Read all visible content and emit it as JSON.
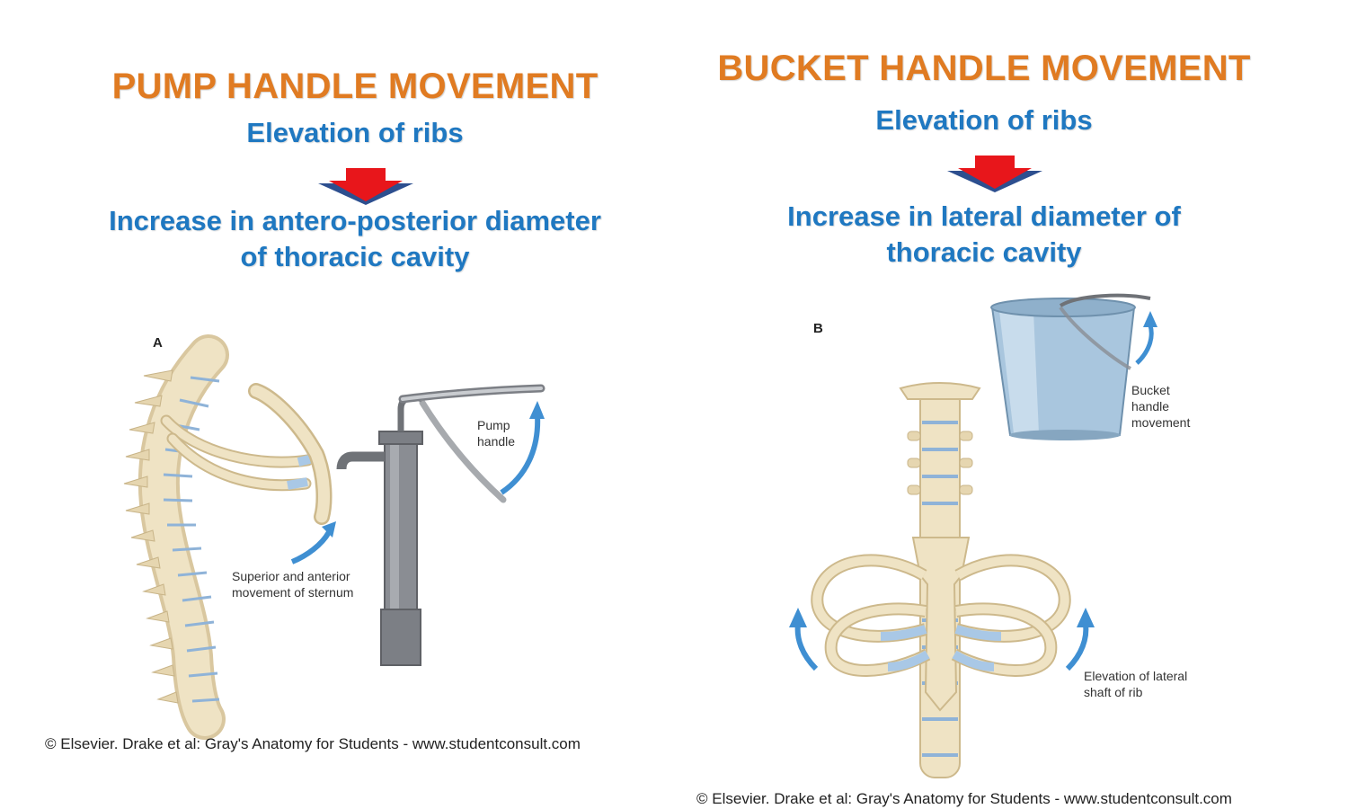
{
  "left": {
    "heading": "PUMP HANDLE MOVEMENT",
    "subheading": "Elevation of ribs",
    "result_line1": "Increase in antero-posterior diameter",
    "result_line2": "of thoracic cavity",
    "panel_letter": "A",
    "label_pump_line1": "Pump",
    "label_pump_line2": "handle",
    "label_sternum_line1": "Superior and anterior",
    "label_sternum_line2": "movement of sternum",
    "credit": "© Elsevier. Drake et al: Gray's Anatomy for Students - www.studentconsult.com"
  },
  "right": {
    "heading": "BUCKET HANDLE MOVEMENT",
    "subheading": "Elevation of ribs",
    "result_line1": "Increase in lateral diameter of",
    "result_line2": "thoracic cavity",
    "panel_letter": "B",
    "label_bucket_line1": "Bucket",
    "label_bucket_line2": "handle",
    "label_bucket_line3": "movement",
    "label_shaft_line1": "Elevation of lateral",
    "label_shaft_line2": "shaft of rib",
    "credit": "© Elsevier. Drake et al: Gray's Anatomy for Students - www.studentconsult.com"
  },
  "colors": {
    "heading": "#e07b22",
    "text_blue": "#1f78c1",
    "arrow_red": "#e8161b",
    "arrow_outline": "#2d4f8f",
    "bone": "#efe3c4",
    "cartilage": "#a9c8e6",
    "motion_arrow": "#3f8fd2"
  }
}
